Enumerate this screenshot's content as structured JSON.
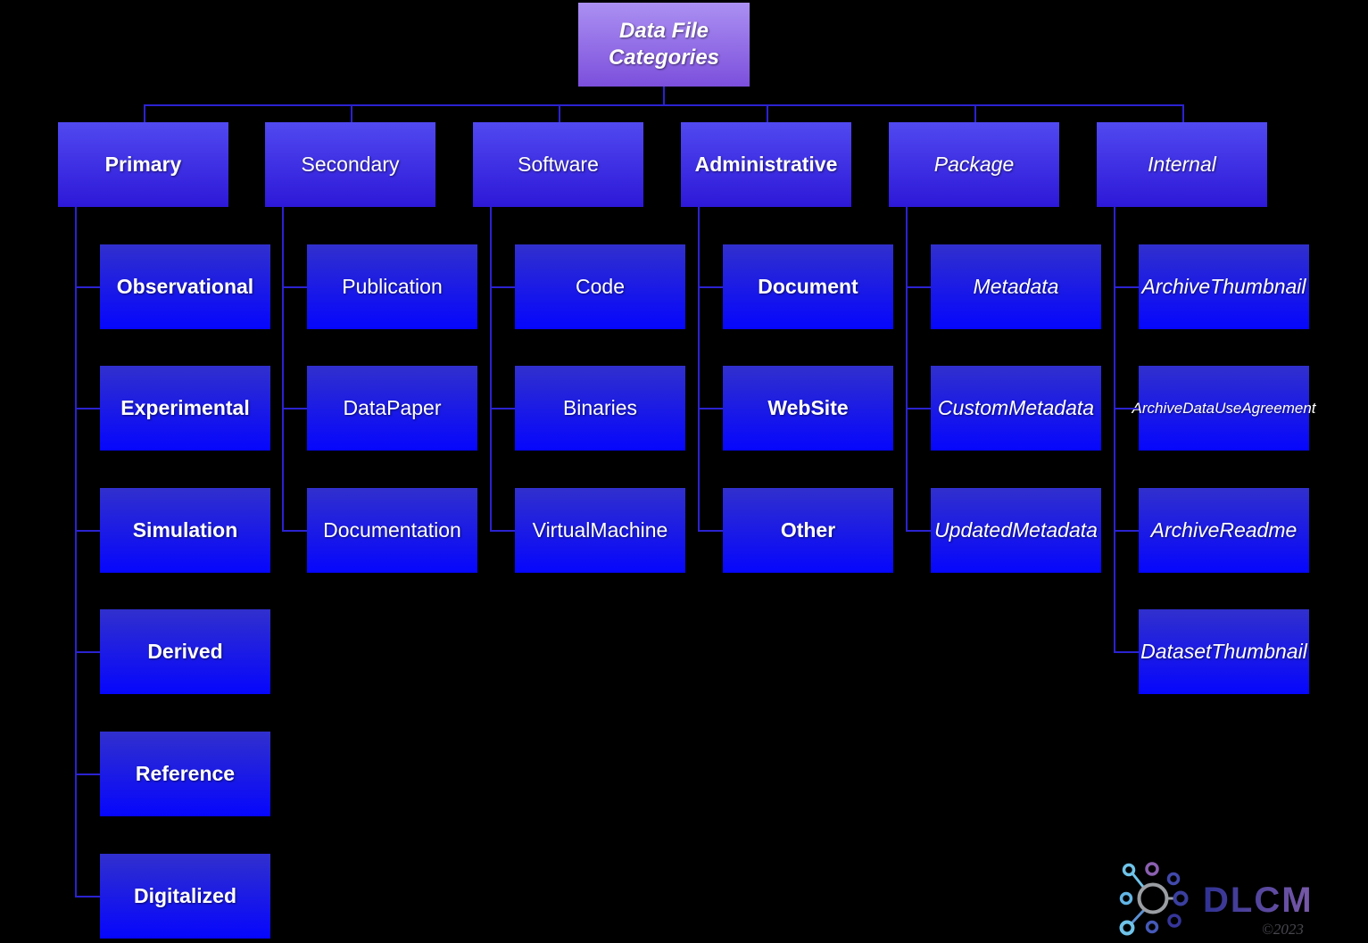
{
  "root": {
    "label": "Data File Categories"
  },
  "categories": [
    {
      "label": "Primary",
      "bold": true,
      "children": [
        {
          "label": "Observational",
          "bold": true
        },
        {
          "label": "Experimental",
          "bold": true
        },
        {
          "label": "Simulation",
          "bold": true
        },
        {
          "label": "Derived",
          "bold": true
        },
        {
          "label": "Reference",
          "bold": true
        },
        {
          "label": "Digitalized",
          "bold": true
        }
      ]
    },
    {
      "label": "Secondary",
      "children": [
        {
          "label": "Publication"
        },
        {
          "label": "DataPaper"
        },
        {
          "label": "Documentation"
        }
      ]
    },
    {
      "label": "Software",
      "children": [
        {
          "label": "Code"
        },
        {
          "label": "Binaries"
        },
        {
          "label": "VirtualMachine"
        }
      ]
    },
    {
      "label": "Administrative",
      "bold": true,
      "children": [
        {
          "label": "Document",
          "bold": true
        },
        {
          "label": "WebSite",
          "bold": true
        },
        {
          "label": "Other",
          "bold": true
        }
      ]
    },
    {
      "label": "Package",
      "italic": true,
      "children": [
        {
          "label": "Metadata",
          "italic": true
        },
        {
          "label": "CustomMetadata",
          "italic": true
        },
        {
          "label": "UpdatedMetadata",
          "italic": true
        }
      ]
    },
    {
      "label": "Internal",
      "italic": true,
      "children": [
        {
          "label": "ArchiveThumbnail",
          "italic": true
        },
        {
          "label": "ArchiveDataUseAgreement",
          "italic": true,
          "small": true
        },
        {
          "label": "ArchiveReadme",
          "italic": true
        },
        {
          "label": "DatasetThumbnail",
          "italic": true
        }
      ]
    }
  ],
  "logo": {
    "brand": "DLCM",
    "copyright": "©2023"
  },
  "colors": {
    "background": "#000000",
    "root_gradient_top": "#ab90f2",
    "root_gradient_bottom": "#7c4fdc",
    "parent_gradient_top": "#5149f0",
    "parent_gradient_bottom": "#2d18d8",
    "child_gradient_top": "#3130cd",
    "child_gradient_bottom": "#0606fd",
    "connector": "#2b22d0",
    "text": "#ffffff",
    "brand_gradient_left": "#2e3192",
    "brand_gradient_right": "#7a5aa8",
    "copyright_color": "#47474f"
  }
}
